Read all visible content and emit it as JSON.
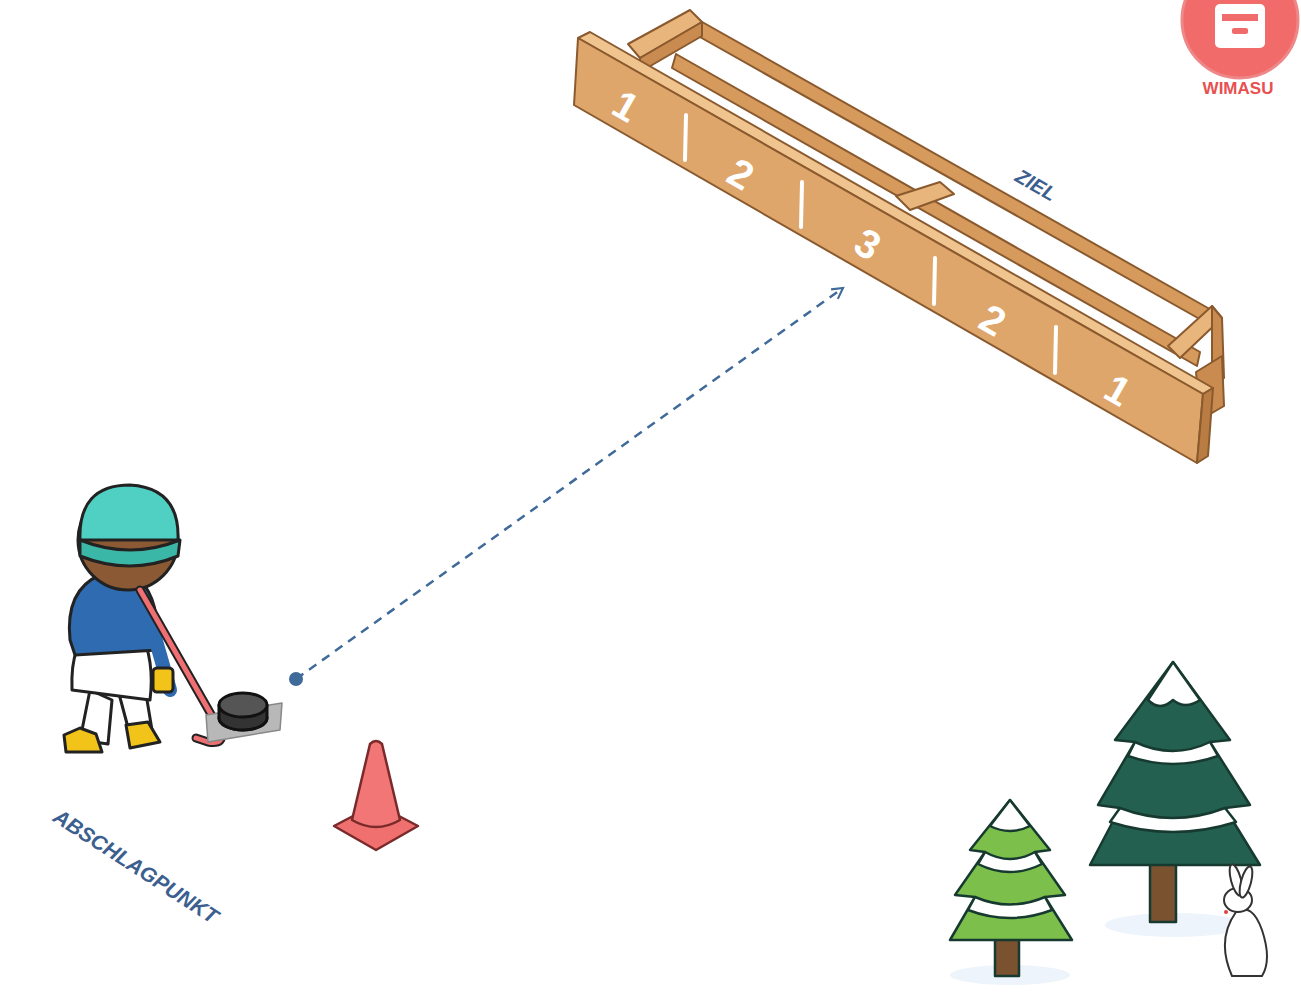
{
  "diagram": {
    "labels": [
      "1",
      "2",
      "3",
      "2",
      "1",
      "ZIEL",
      "ABSCHLAGPUNKT",
      "WIMASU"
    ]
  }
}
